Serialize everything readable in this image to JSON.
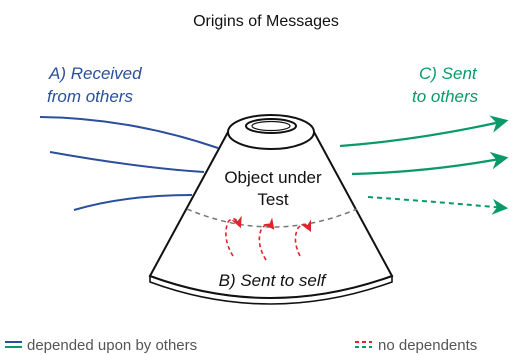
{
  "title": "Origins of Messages",
  "labels": {
    "received": [
      "A) Received",
      "from others"
    ],
    "sent_to_others": [
      "C) Sent",
      "to others"
    ],
    "object": [
      "Object under",
      "Test"
    ],
    "sent_to_self": "B) Sent to self"
  },
  "legend": {
    "depended": "depended upon by others",
    "no_dependents": "no dependents"
  },
  "colors": {
    "received_blue": "#2a4f9c",
    "sent_green": "#0a9a6a",
    "self_red": "#e0242c",
    "outline": "#111111",
    "legend_blue": "#2a4f9c",
    "legend_green": "#0a9a6a",
    "legend_red": "#e0242c"
  }
}
